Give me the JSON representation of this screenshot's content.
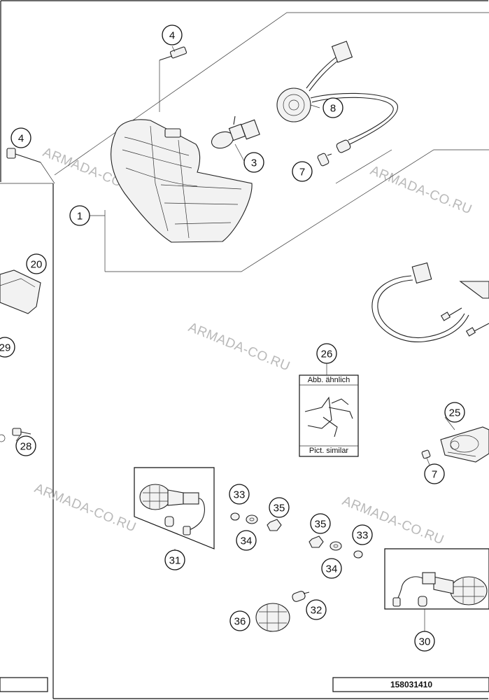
{
  "watermark": "ARMADA-CO.RU",
  "document_number": "158031410",
  "similar_box": {
    "callout": "26",
    "top_label": "Abb. ähnlich",
    "bottom_label": "Pict. similar"
  },
  "callouts": {
    "c1": "1",
    "c3": "3",
    "c4a": "4",
    "c4b": "4",
    "c7a": "7",
    "c7b": "7",
    "c8": "8",
    "c20": "20",
    "c25": "25",
    "c28": "28",
    "c29": "29",
    "c30": "30",
    "c31": "31",
    "c32": "32",
    "c33a": "33",
    "c33b": "33",
    "c34a": "34",
    "c34b": "34",
    "c35a": "35",
    "c35b": "35",
    "c36": "36"
  }
}
